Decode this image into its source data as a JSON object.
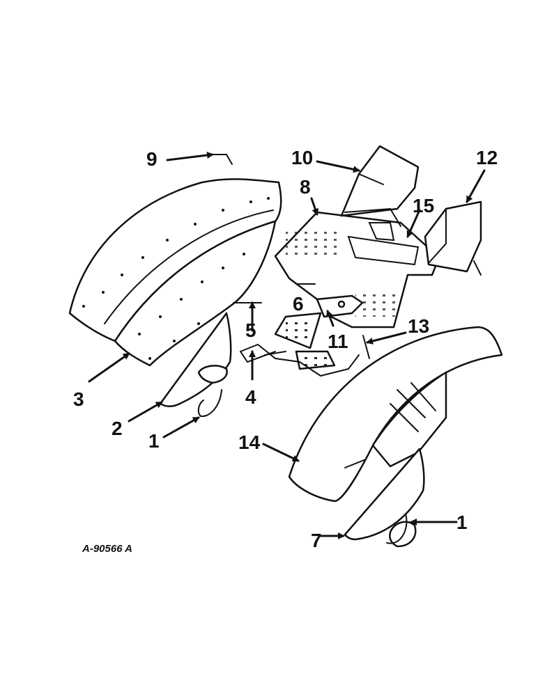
{
  "callouts": {
    "c1a": "1",
    "c1b": "1",
    "c2": "2",
    "c3": "3",
    "c4": "4",
    "c5": "5",
    "c6": "6",
    "c7": "7",
    "c8": "8",
    "c9": "9",
    "c10": "10",
    "c11": "11",
    "c12": "12",
    "c13": "13",
    "c14": "14",
    "c15": "15"
  },
  "drawing_number": "A-90566 A"
}
